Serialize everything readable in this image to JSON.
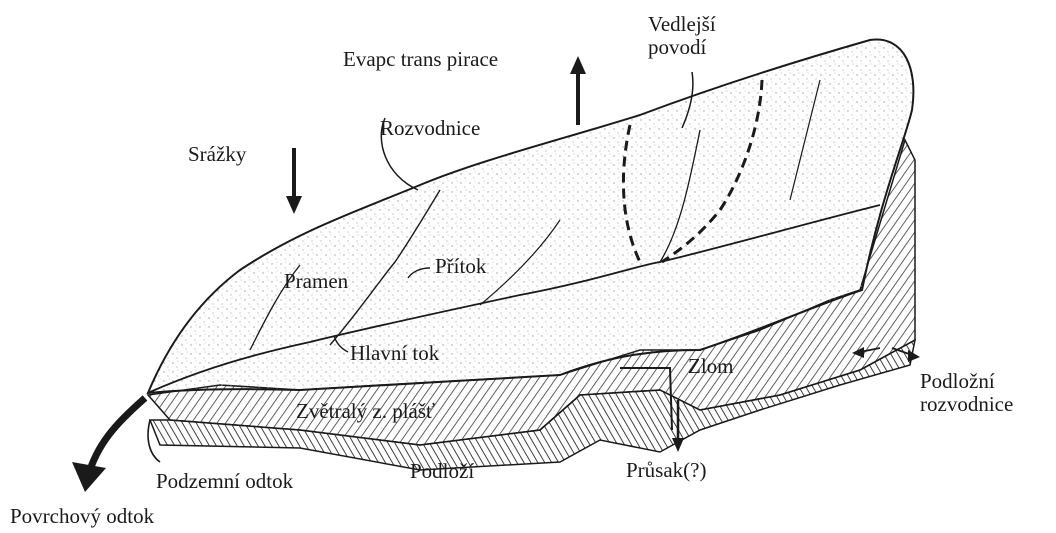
{
  "labels": {
    "evapotranspirace": "Evapc trans pirace",
    "vedlejsi_povodi": "Vedlejší\npovodí",
    "rozvodnice": "Rozvodnice",
    "srazky": "Srážky",
    "pritok": "Přítok",
    "pramen": "Pramen",
    "hlavni_tok": "Hlavní tok",
    "zlom": "Zlom",
    "podlozni_rozvodnice": "Podložní\nrozvodnice",
    "zvetraly_plast": "Zvětralý z. plášť",
    "podzemni_odtok": "Podzemní odtok",
    "podlozi": "Podloží",
    "prusak": "Průsak(?)",
    "povrchovy_odtok": "Povrchový odtok"
  },
  "colors": {
    "ink": "#1a1a1a",
    "hatch": "#3a3a3a",
    "stipple": "#8a8a8a",
    "background": "#ffffff"
  }
}
